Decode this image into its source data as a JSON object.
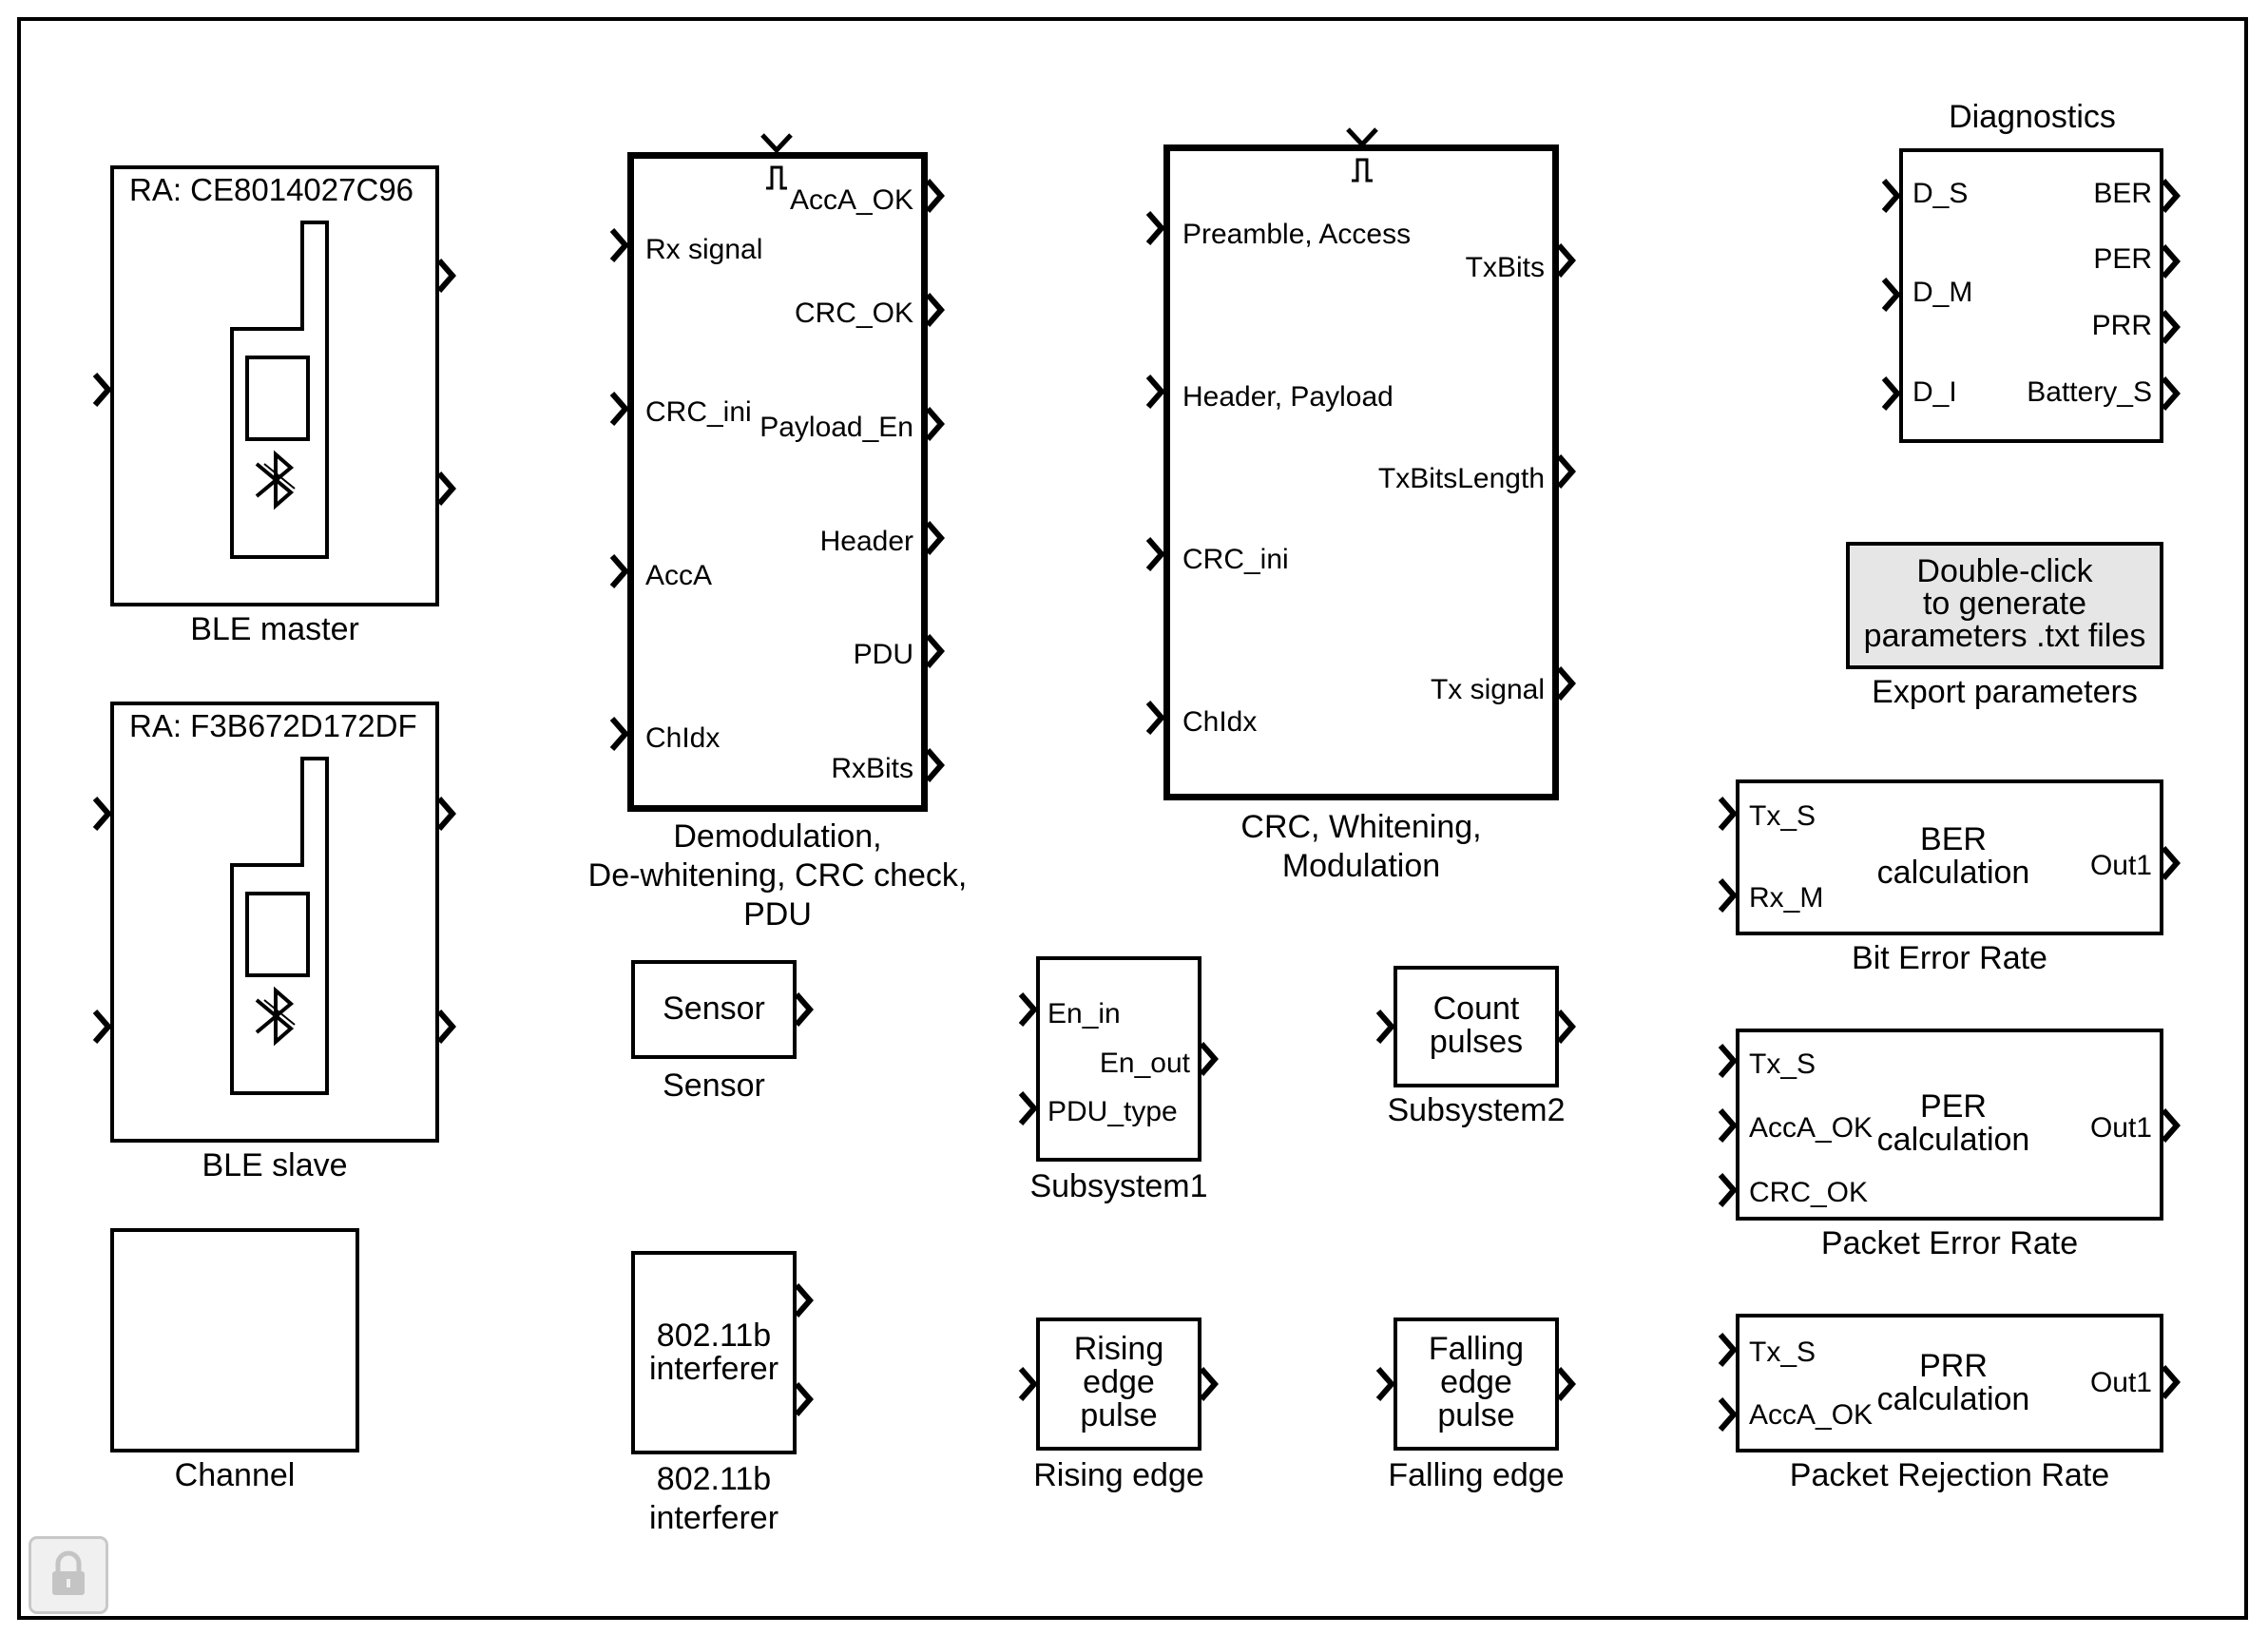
{
  "blocks": {
    "ble_master": {
      "title": "RA: CE8014027C96",
      "caption": "BLE master"
    },
    "ble_slave": {
      "title": "RA: F3B672D172DF",
      "caption": "BLE slave"
    },
    "channel": {
      "caption": "Channel"
    },
    "demod": {
      "caption": [
        "Demodulation,",
        "De-whitening, CRC check,",
        "PDU"
      ],
      "inputs": [
        "Rx signal",
        "CRC_ini",
        "AccA",
        "ChIdx"
      ],
      "outputs": [
        "AccA_OK",
        "CRC_OK",
        "Payload_En",
        "Header",
        "PDU",
        "RxBits"
      ]
    },
    "crc": {
      "caption": [
        "CRC, Whitening,",
        "Modulation"
      ],
      "inputs": [
        "Preamble, Access",
        "Header, Payload",
        "CRC_ini",
        "ChIdx"
      ],
      "outputs": [
        "TxBits",
        "TxBitsLength",
        "Tx signal"
      ]
    },
    "diagnostics": {
      "title": "Diagnostics",
      "inputs": [
        "D_S",
        "D_M",
        "D_I"
      ],
      "outputs": [
        "BER",
        "PER",
        "PRR",
        "Battery_S"
      ]
    },
    "export": {
      "button": [
        "Double-click",
        "to generate",
        "parameters .txt files"
      ],
      "caption": "Export parameters"
    },
    "ber": {
      "inputs": [
        "Tx_S",
        "Rx_M"
      ],
      "center": [
        "BER",
        "calculation"
      ],
      "output": "Out1",
      "caption": "Bit Error Rate"
    },
    "per": {
      "inputs": [
        "Tx_S",
        "AccA_OK",
        "CRC_OK"
      ],
      "center": [
        "PER",
        "calculation"
      ],
      "output": "Out1",
      "caption": "Packet Error Rate"
    },
    "prr": {
      "inputs": [
        "Tx_S",
        "AccA_OK"
      ],
      "center": [
        "PRR",
        "calculation"
      ],
      "output": "Out1",
      "caption": "Packet Rejection Rate"
    },
    "sensor": {
      "text": "Sensor",
      "caption": "Sensor"
    },
    "interferer": {
      "text": [
        "802.11b",
        "interferer"
      ],
      "caption": [
        "802.11b",
        "interferer"
      ]
    },
    "subsystem1": {
      "inputs": [
        "En_in",
        "PDU_type"
      ],
      "output": "En_out",
      "caption": "Subsystem1"
    },
    "subsystem2": {
      "text": [
        "Count",
        "pulses"
      ],
      "caption": "Subsystem2"
    },
    "rising": {
      "text": [
        "Rising",
        "edge",
        "pulse"
      ],
      "caption": "Rising edge"
    },
    "falling": {
      "text": [
        "Falling",
        "edge",
        "pulse"
      ],
      "caption": "Falling edge"
    }
  },
  "icons": [
    "bluetooth-icon",
    "port-chevron-icon",
    "trigger-pulse-icon",
    "trigger-x-icon",
    "lock-icon"
  ],
  "colors": {
    "line": "#000000",
    "background": "#ffffff",
    "button_fill": "#e6e6e6",
    "lock_border": "#c8c8c8"
  }
}
